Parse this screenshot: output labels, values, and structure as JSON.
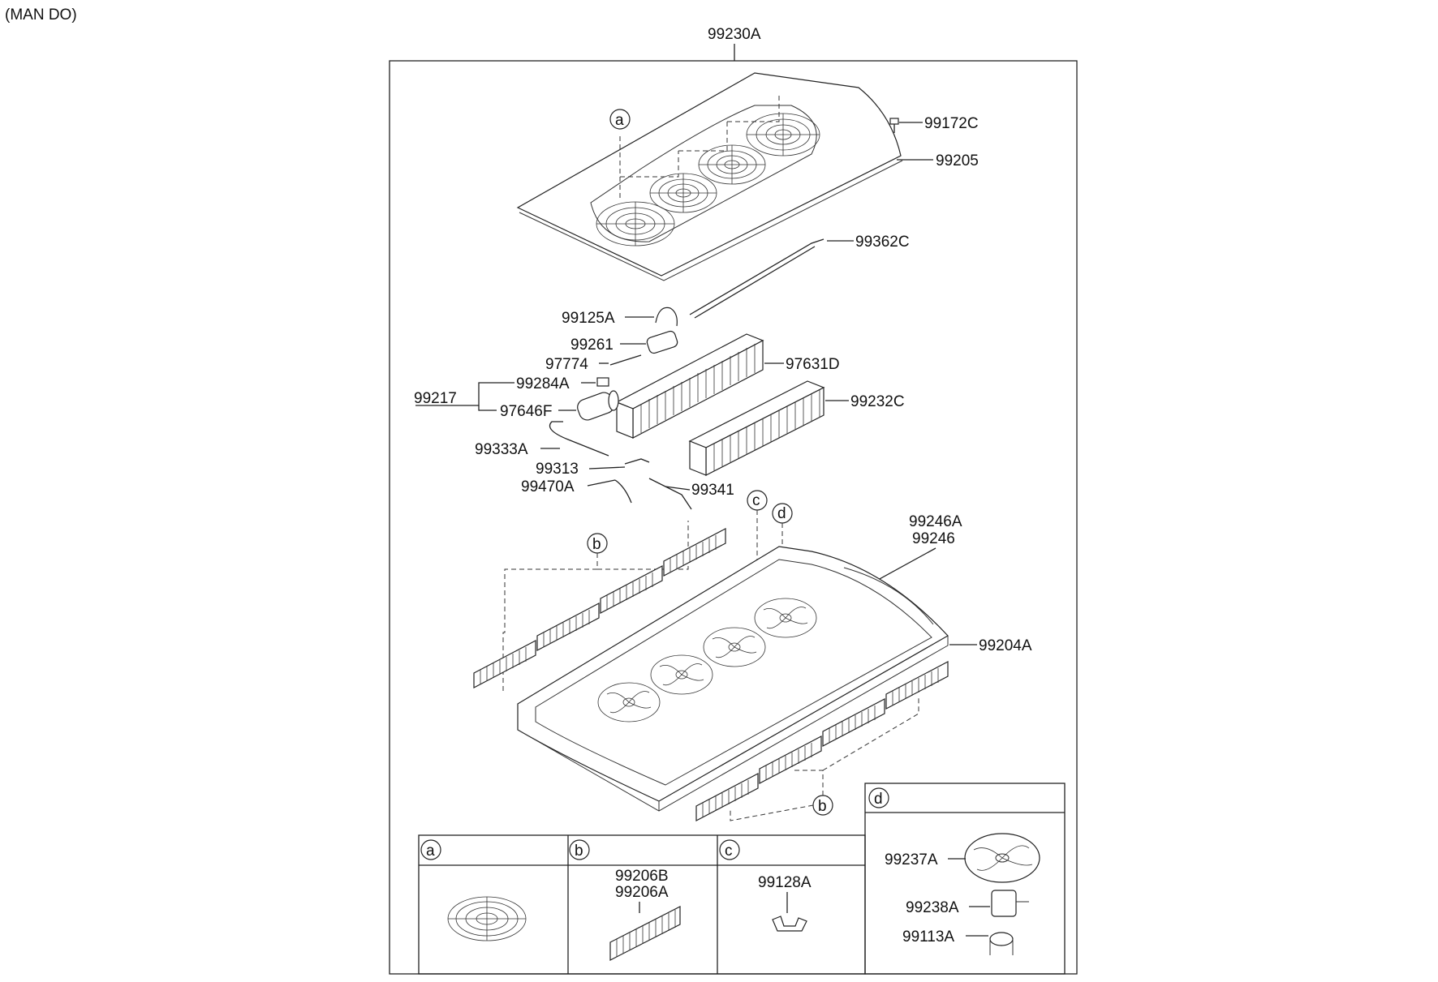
{
  "header": {
    "variant": "(MAN DO)"
  },
  "assembly": {
    "part_number": "99230A"
  },
  "callouts": {
    "c_99172C": "99172C",
    "c_99205": "99205",
    "c_99362C": "99362C",
    "c_99125A": "99125A",
    "c_99261": "99261",
    "c_97774": "97774",
    "c_97631D": "97631D",
    "c_99284A": "99284A",
    "c_99217": "99217",
    "c_97646F": "97646F",
    "c_99232C": "99232C",
    "c_99333A": "99333A",
    "c_99313": "99313",
    "c_99470A": "99470A",
    "c_99341": "99341",
    "c_99246A": "99246A",
    "c_99246": "99246",
    "c_99204A": "99204A"
  },
  "markers": {
    "a": "a",
    "b": "b",
    "c": "c",
    "d": "d"
  },
  "detail_boxes": {
    "a": {
      "letter": "a"
    },
    "b": {
      "letter": "b",
      "parts": [
        "99206B",
        "99206A"
      ]
    },
    "c": {
      "letter": "c",
      "parts": [
        "99128A"
      ]
    },
    "d": {
      "letter": "d",
      "parts": [
        "99237A",
        "99238A",
        "99113A"
      ]
    }
  }
}
